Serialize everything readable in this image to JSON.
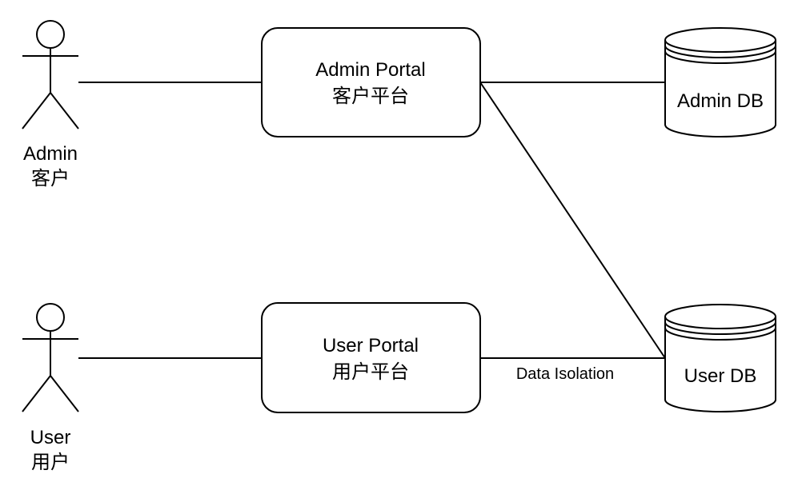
{
  "colors": {
    "stroke": "#000000",
    "fill": "#ffffff",
    "text": "#000000"
  },
  "actors": {
    "admin": {
      "label_en": "Admin",
      "label_zh": "客户"
    },
    "user": {
      "label_en": "User",
      "label_zh": "用户"
    }
  },
  "portals": {
    "admin": {
      "label_en": "Admin Portal",
      "label_zh": "客户平台"
    },
    "user": {
      "label_en": "User Portal",
      "label_zh": "用户平台"
    }
  },
  "databases": {
    "admin": {
      "label": "Admin DB"
    },
    "user": {
      "label": "User DB"
    }
  },
  "edges": {
    "user_portal_to_user_db": {
      "label": "Data Isolation"
    }
  }
}
